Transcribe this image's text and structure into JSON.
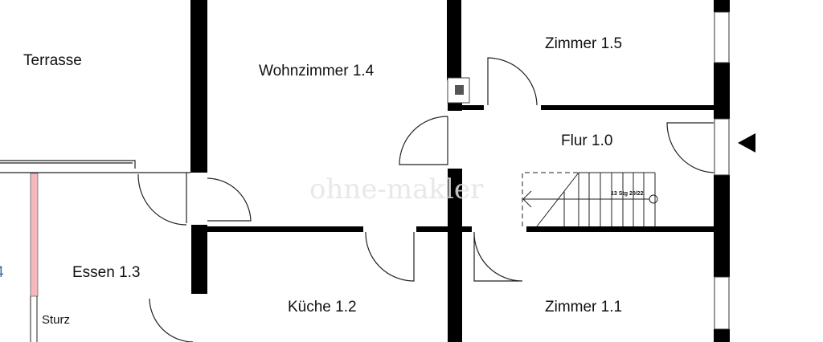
{
  "rooms": {
    "terrasse": "Terrasse",
    "wohnzimmer": "Wohnzimmer 1.4",
    "zimmer15": "Zimmer 1.5",
    "flur": "Flur 1.0",
    "essen": "Essen 1.3",
    "kueche": "Küche 1.2",
    "zimmer11": "Zimmer 1.1"
  },
  "annotations": {
    "sturz": "Sturz",
    "stairs": "13 Stg 20/22",
    "edge_number": "4"
  },
  "watermark": "ohne-makler",
  "colors": {
    "wall": "#000000",
    "column": "#f4b8bd",
    "chimney": "#555555"
  },
  "icons": {
    "entrance": "triangle-left-entrance-icon"
  }
}
